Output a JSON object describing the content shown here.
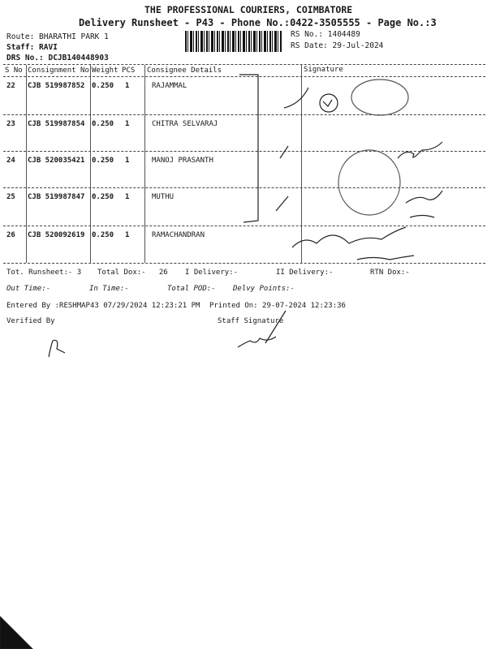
{
  "header": {
    "company": "THE PROFESSIONAL COURIERS, COIMBATORE",
    "subtitle": "Delivery Runsheet - P43 - Phone No.:0422-3505555 - Page No.:3",
    "route": "Route: BHARATHI PARK 1",
    "staff": "Staff: RAVI",
    "drs": "DRS No.: DCJB140448903",
    "rs_no": "RS No.: 1404489",
    "rs_date": "RS Date: 29-Jul-2024"
  },
  "table": {
    "headers": {
      "sno": "S No",
      "consignment": "Consignment No",
      "weight": "Weight",
      "pcs": "PCS",
      "consignee": "Consignee Details",
      "signature": "Signature"
    },
    "rows": [
      {
        "sno": "22",
        "consignment": "CJB 519987852",
        "weight": "0.250",
        "pcs": "1",
        "consignee": "RAJAMMAL"
      },
      {
        "sno": "23",
        "consignment": "CJB 519987854",
        "weight": "0.250",
        "pcs": "1",
        "consignee": "CHITRA SELVARAJ"
      },
      {
        "sno": "24",
        "consignment": "CJB 520035421",
        "weight": "0.250",
        "pcs": "1",
        "consignee": "MANOJ PRASANTH"
      },
      {
        "sno": "25",
        "consignment": "CJB 519987847",
        "weight": "0.250",
        "pcs": "1",
        "consignee": "MUTHU"
      },
      {
        "sno": "26",
        "consignment": "CJB 520092619",
        "weight": "0.250",
        "pcs": "1",
        "consignee": "RAMACHANDRAN"
      }
    ]
  },
  "summary": {
    "tot_runsheet": "Tot. Runsheet:- 3",
    "total_dox": "Total Dox:-   26",
    "i_delivery": "I Delivery:-",
    "ii_delivery": "II Delivery:-",
    "rtn_dox": "RTN Dox:-",
    "out_time": "Out Time:-",
    "in_time": "In Time:-",
    "total_pod": "Total POD:-",
    "delvy_points": "Delvy Points:-",
    "entered_by": "Entered By :RESHMAP43 07/29/2024 12:23:21 PM",
    "printed_on": "Printed On: 29-07-2024 12:23:36",
    "verified_by": "Verified By",
    "staff_signature": "Staff Signature"
  }
}
